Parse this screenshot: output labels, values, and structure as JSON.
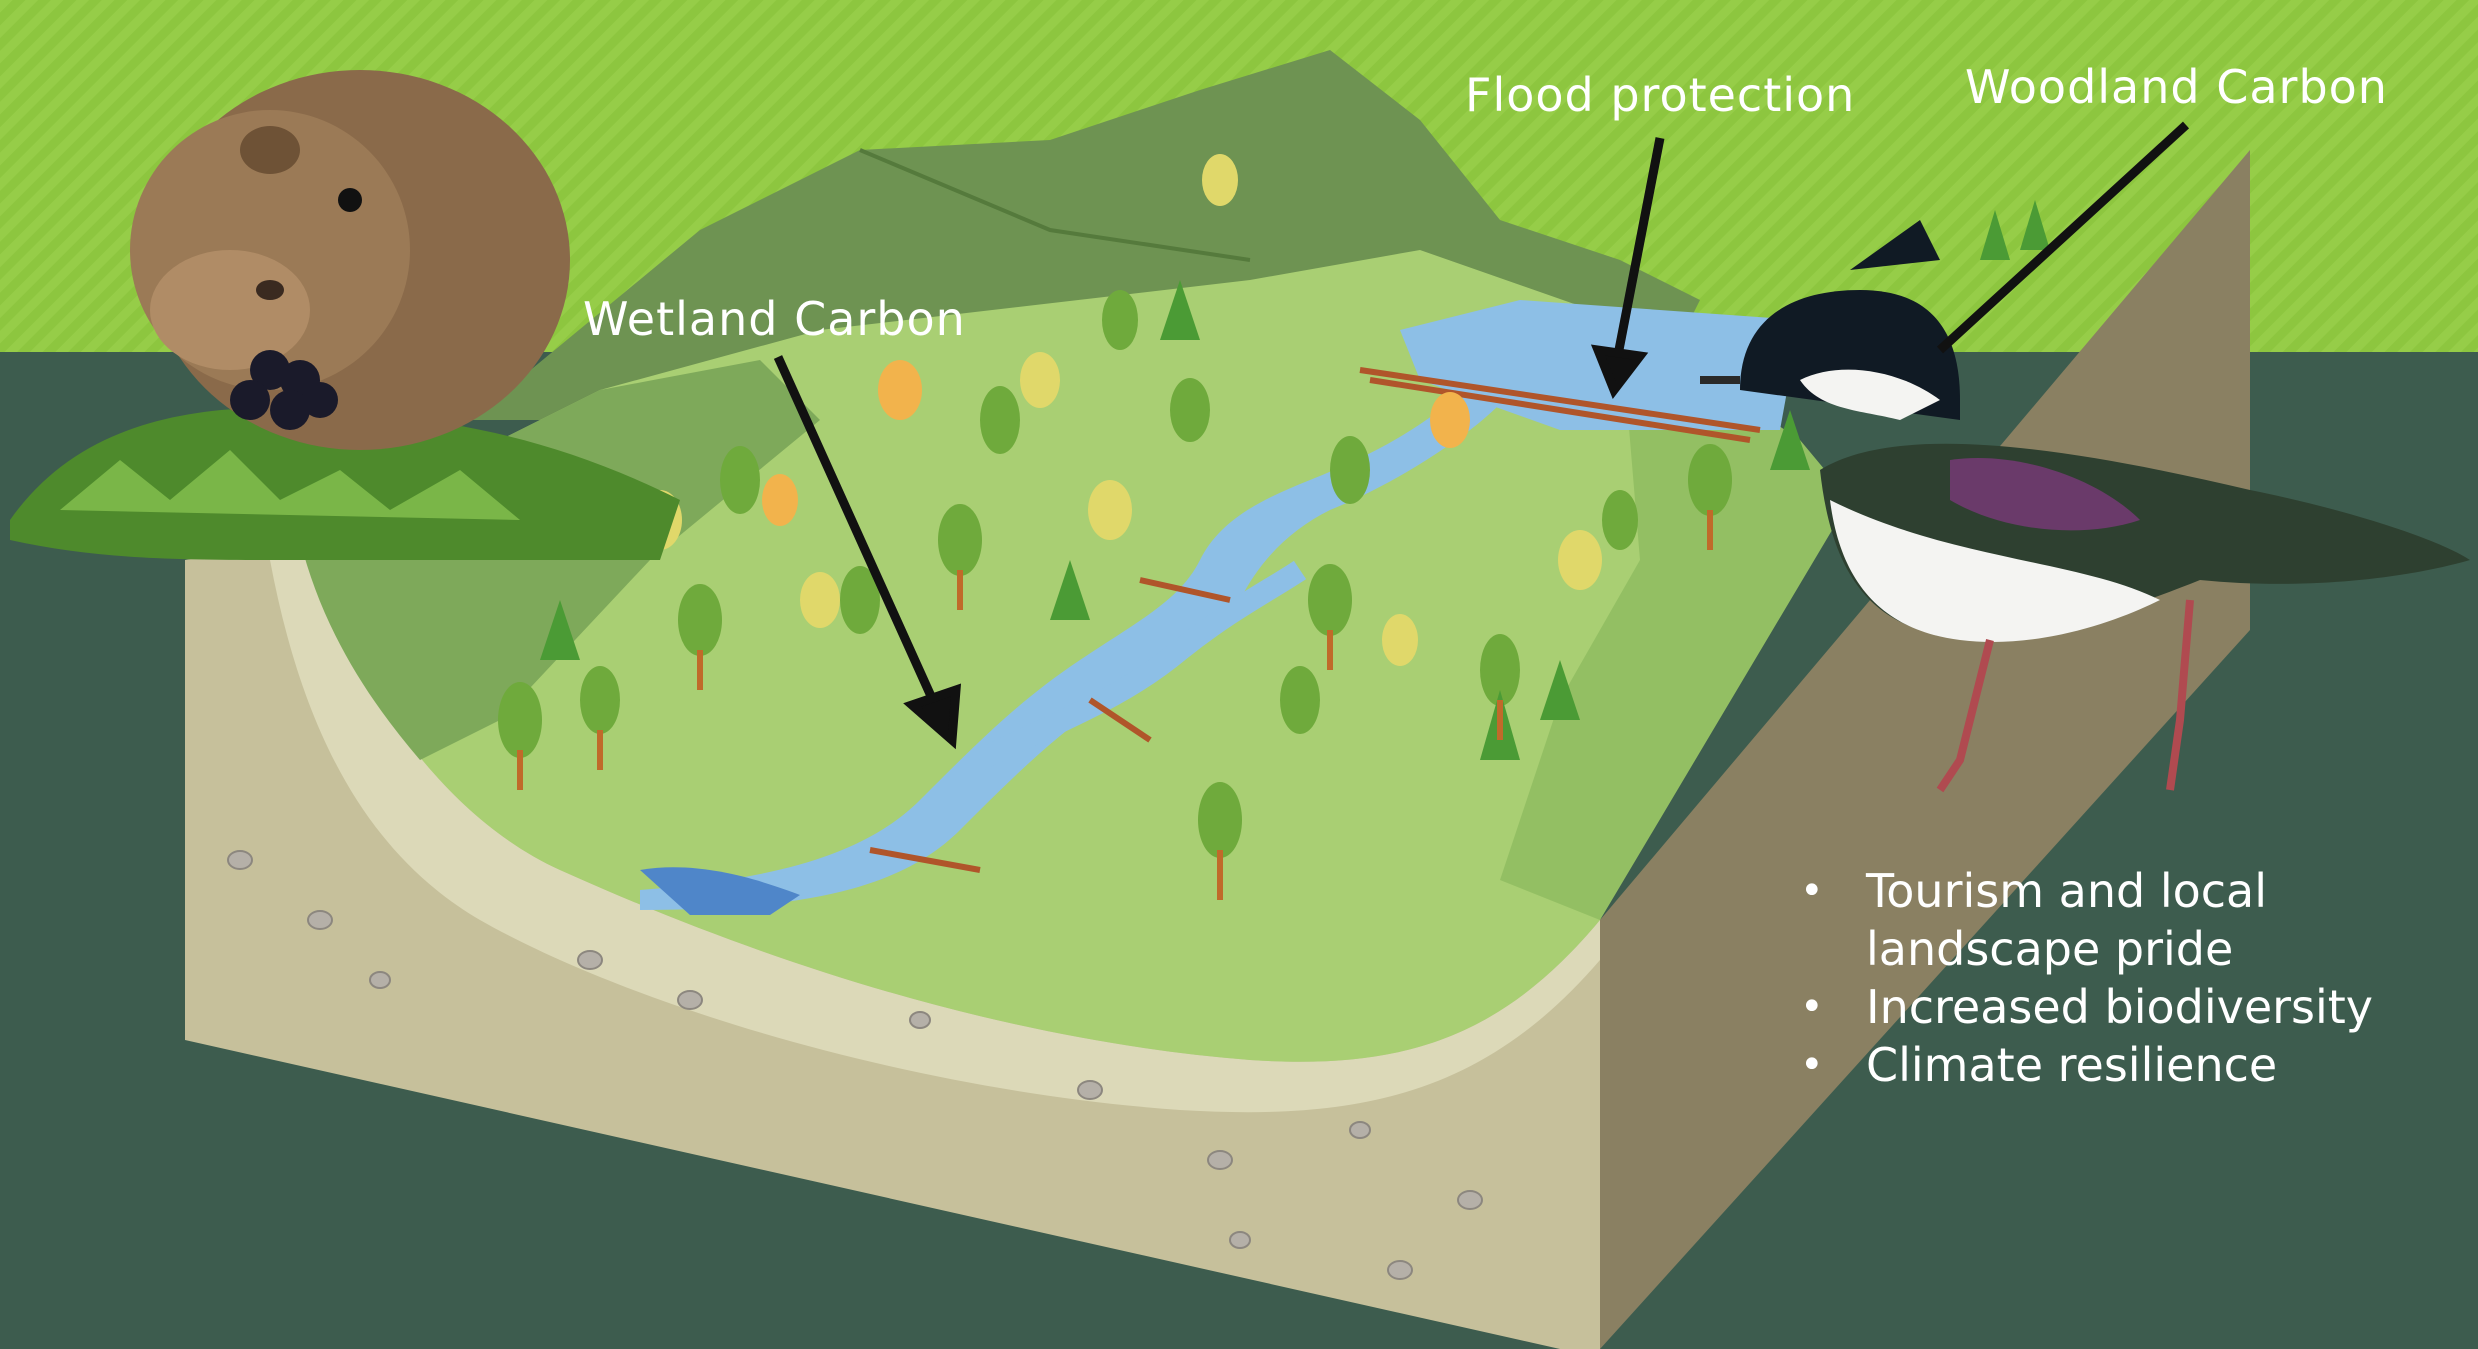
{
  "labels": {
    "flood_protection": "Flood protection",
    "woodland_carbon": "Woodland Carbon",
    "wetland_carbon": "Wetland Carbon"
  },
  "benefits": [
    "Tourism and local landscape pride",
    "Increased biodiversity",
    "Climate resilience"
  ],
  "colors": {
    "sky_band": "#8dc63f",
    "background": "#3d5c4e",
    "hills": "#6f9450",
    "valley": "#a8cf6e",
    "river": "#8fbfe6",
    "soil": "#c7c19a",
    "cliff": "#8a8060",
    "arrow": "#111111"
  },
  "icons": [
    "water-vole-photo",
    "lapwing-photo",
    "tree-icon",
    "beaver-dam-icon"
  ]
}
